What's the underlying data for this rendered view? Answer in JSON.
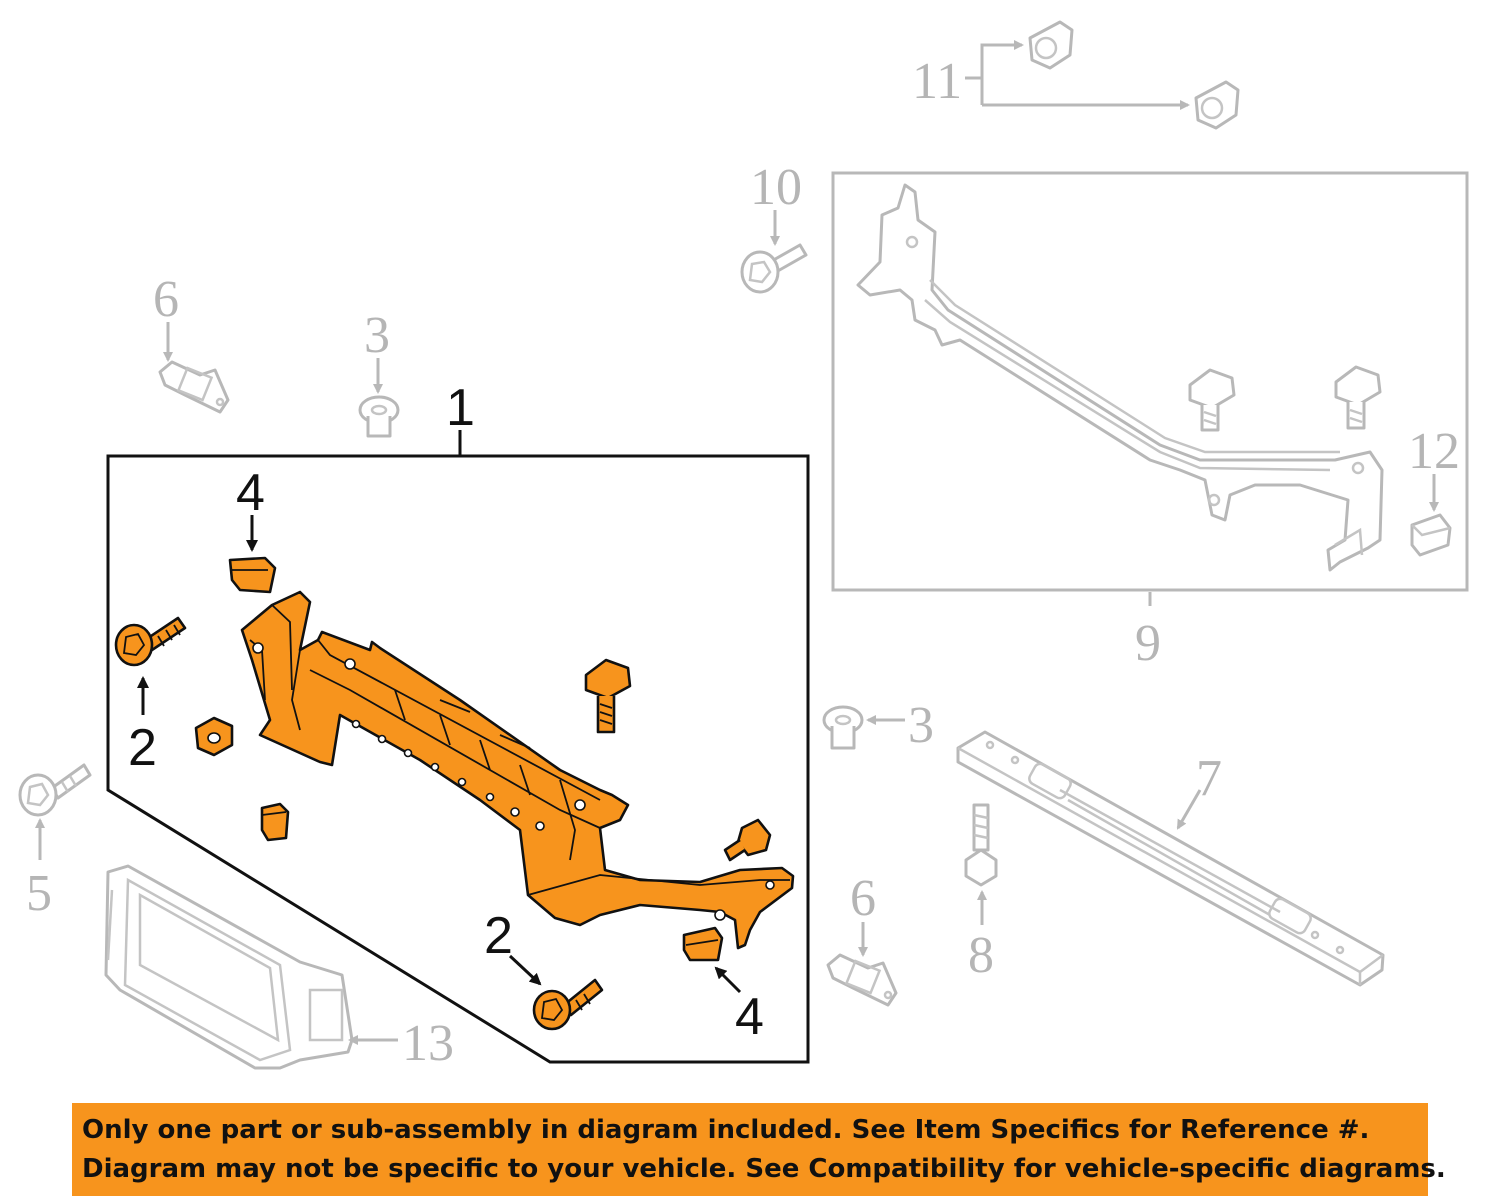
{
  "callouts": {
    "c1": "1",
    "c2a": "2",
    "c2b": "2",
    "c3a": "3",
    "c3b": "3",
    "c4a": "4",
    "c4b": "4",
    "c5": "5",
    "c6a": "6",
    "c6b": "6",
    "c7": "7",
    "c8": "8",
    "c9": "9",
    "c10": "10",
    "c11": "11",
    "c12": "12",
    "c13": "13"
  },
  "colors": {
    "highlight": "#f7941d",
    "muted": "#b5b5b5",
    "ink": "#111111"
  },
  "disclaimer": {
    "line1": "Only one part or sub-assembly in diagram included. See Item Specifics for Reference #.",
    "line2": "Diagram may not be specific to your vehicle. See Compatibility for vehicle-specific diagrams."
  }
}
